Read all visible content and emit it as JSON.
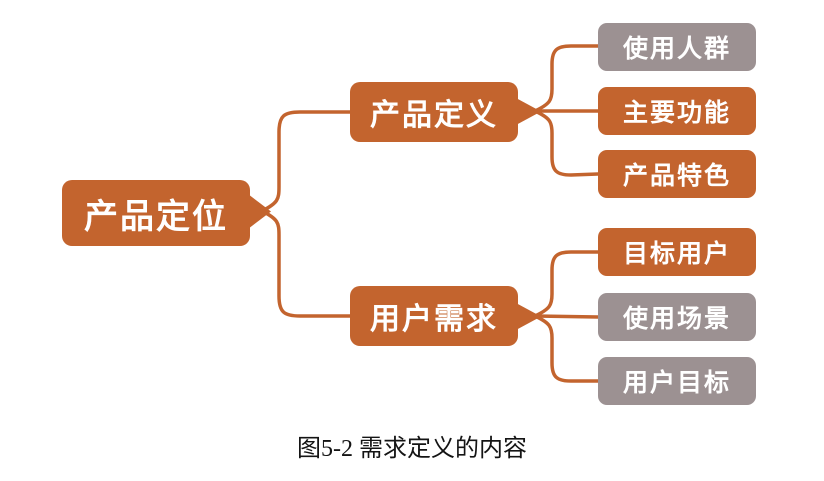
{
  "colors": {
    "node_orange": "#C3642E",
    "node_gray": "#9C9192",
    "text_white": "#FFFFFF",
    "caption_black": "#141414"
  },
  "mindmap": {
    "root": {
      "label": "产品定位",
      "color": "orange"
    },
    "branches": [
      {
        "label": "产品定义",
        "color": "orange",
        "children": [
          {
            "label": "使用人群",
            "color": "gray"
          },
          {
            "label": "主要功能",
            "color": "orange"
          },
          {
            "label": "产品特色",
            "color": "orange"
          }
        ]
      },
      {
        "label": "用户需求",
        "color": "orange",
        "children": [
          {
            "label": "目标用户",
            "color": "orange"
          },
          {
            "label": "使用场景",
            "color": "gray"
          },
          {
            "label": "用户目标",
            "color": "gray"
          }
        ]
      }
    ]
  },
  "figure": {
    "caption": "图5-2 需求定义的内容"
  }
}
